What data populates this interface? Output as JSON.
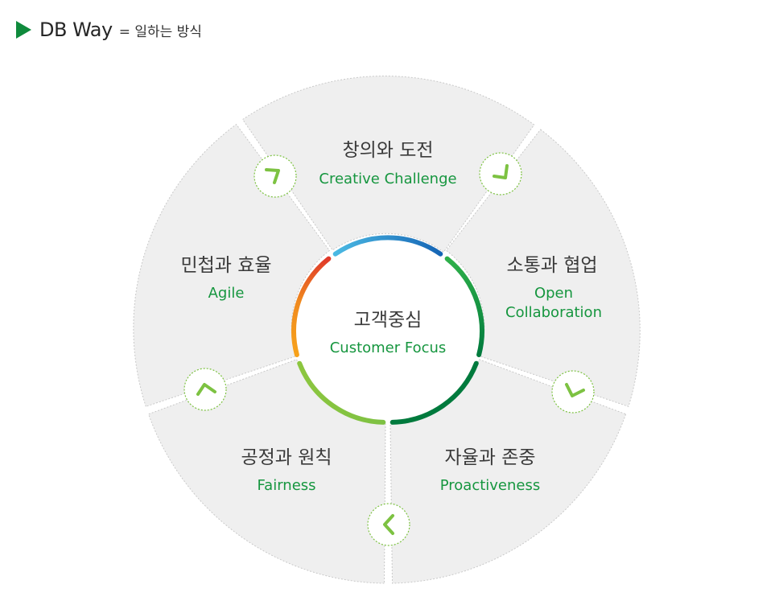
{
  "header": {
    "title": "DB Way",
    "subtitle": "= 일하는 방식"
  },
  "center": {
    "ko": "고객중심",
    "en": "Customer Focus"
  },
  "segments": [
    {
      "ko": "창의와 도전",
      "en": "Creative Challenge"
    },
    {
      "ko": "소통과 협업",
      "en_line1": "Open",
      "en_line2": "Collaboration"
    },
    {
      "ko": "자율과 존중",
      "en": "Proactiveness"
    },
    {
      "ko": "공정과 원칙",
      "en": "Fairness"
    },
    {
      "ko": "민첩과 효율",
      "en": "Agile"
    }
  ],
  "colors": {
    "accent_green": "#0f8a3c",
    "label_green": "#16963f",
    "chevron_green": "#7dc242",
    "segment_fill": "#efefef",
    "ring_blue": "#1a78c2",
    "ring_orange": "#f08a1e",
    "ring_red": "#e03a2a",
    "ring_light_green": "#8cc63f",
    "ring_dark_green": "#007a3d"
  },
  "icons": [
    "play-triangle-icon",
    "chevron-icon"
  ]
}
